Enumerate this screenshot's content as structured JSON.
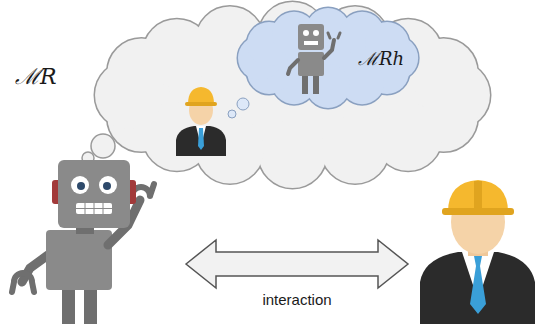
{
  "diagram": {
    "nodes": [
      {
        "text": [
          "ℳR"
        ]
      },
      {
        "text": [
          "ℳRh"
        ],
        "in": 0
      }
    ],
    "labels": [
      "interaction"
    ]
  }
}
